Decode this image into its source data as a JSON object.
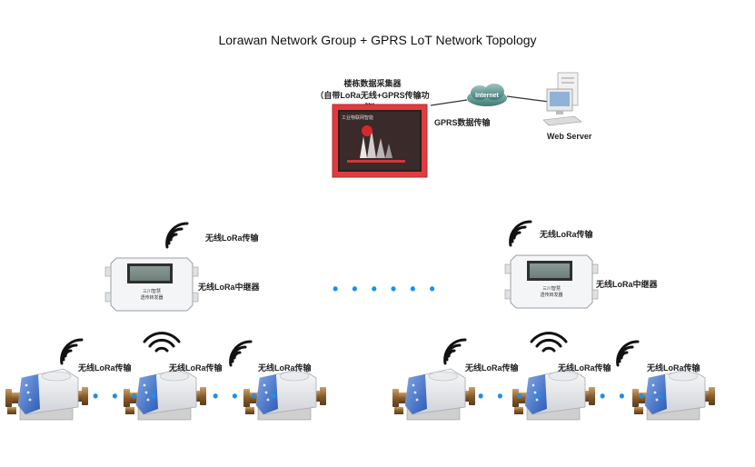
{
  "title": "Lorawan Network Group + GPRS LoT Network Topology",
  "gateway": {
    "caption_line1": "楼栋数据采集器",
    "caption_line2": "（自带LoRa无线+GPRS传输功能）",
    "screen_text": "工业物联网智能"
  },
  "cloud_label": "Internet",
  "gprs_label": "GPRS数据传输",
  "server_label": "Web Server",
  "wireless_label": "无线LoRa传输",
  "concentrator_label": "无线LoRa中继器",
  "concentrator_screen": {
    "line1": "三川智慧",
    "line2": "透传转发器"
  },
  "dots": "• • • • • •",
  "meter_dots": "• • • •"
}
